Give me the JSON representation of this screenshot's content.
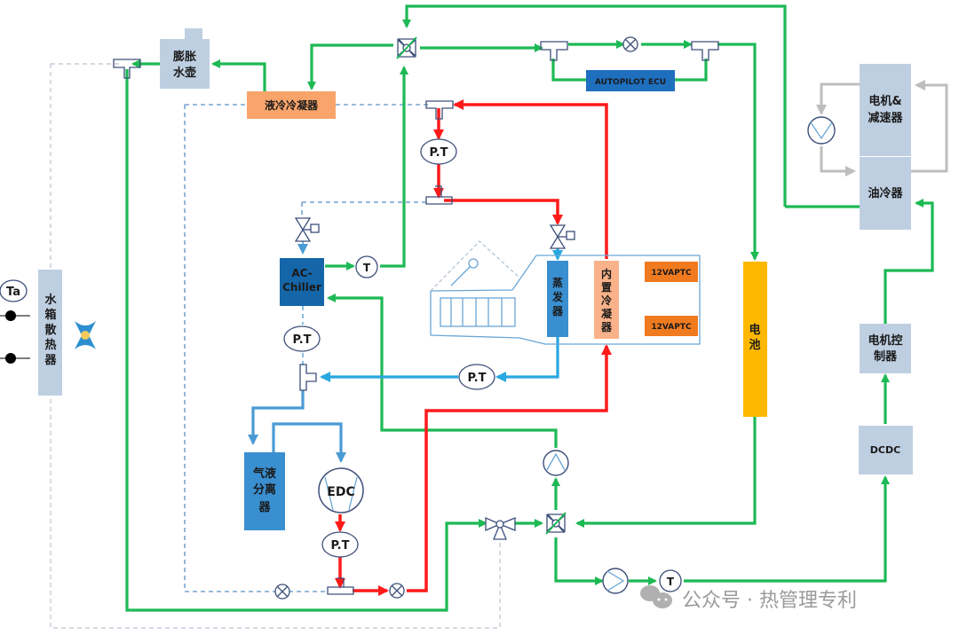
{
  "diagram": {
    "title": "",
    "components": {
      "expansion_tank": "膨胀水壶",
      "liquid_condenser": "液冷冷凝器",
      "autopilot_ecu": "AUTOPILOT ECU",
      "motor_reducer": "电机&减速器",
      "oil_cooler": "油冷器",
      "ac_chiller_line1": "AC-",
      "ac_chiller_line2": "Chiller",
      "evaporator": "蒸发器",
      "internal_condenser": "内置冷凝器",
      "ptc_1": "12VAPTC",
      "ptc_2": "12VAPTC",
      "battery": "电池",
      "motor_controller": "电机控制器",
      "dcdc": "DCDC",
      "radiator": "水箱散热器",
      "gas_liquid_separator": "气液分离器",
      "edc": "EDC"
    },
    "sensors": {
      "ambient_temp": "Ta",
      "temp": "T",
      "pressure_temp": "P.T"
    },
    "line_colors": {
      "coolant": "#1db954",
      "refrigerant_hot": "#ff1a1a",
      "refrigerant_cold": "#29a8e0",
      "oil": "#bdbdbd",
      "control_dashed": "#5a8fc8"
    },
    "watermark": "公众号 · 热管理专利"
  }
}
